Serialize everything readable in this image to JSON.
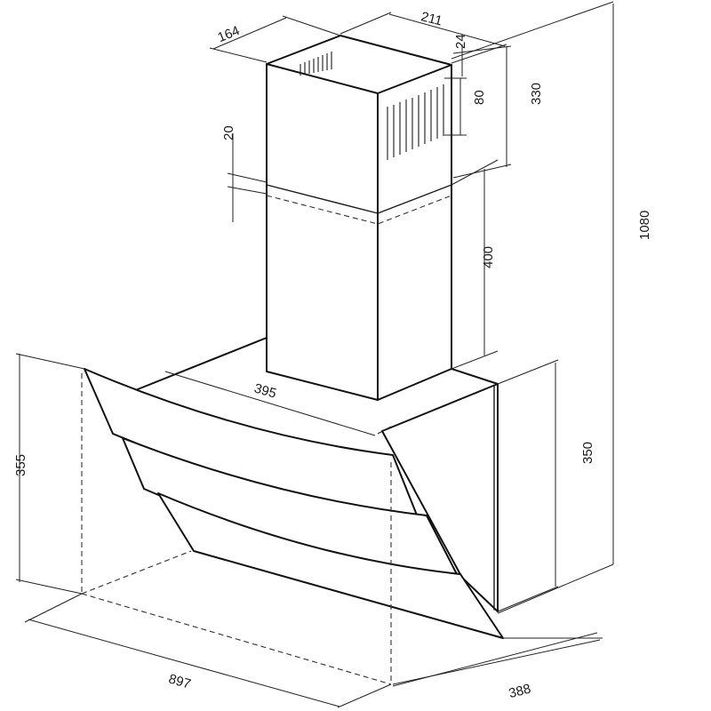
{
  "diagram": {
    "dimensions": {
      "chimney_depth": "164",
      "chimney_width": "211",
      "top_vent_offset": "24",
      "vent_height": "80",
      "upper_chimney_height": "330",
      "chimney_overlap": "20",
      "lower_chimney_height": "400",
      "total_height": "1080",
      "body_width": "395",
      "body_height": "350",
      "glass_height": "355",
      "total_width": "897",
      "total_depth": "388"
    }
  }
}
